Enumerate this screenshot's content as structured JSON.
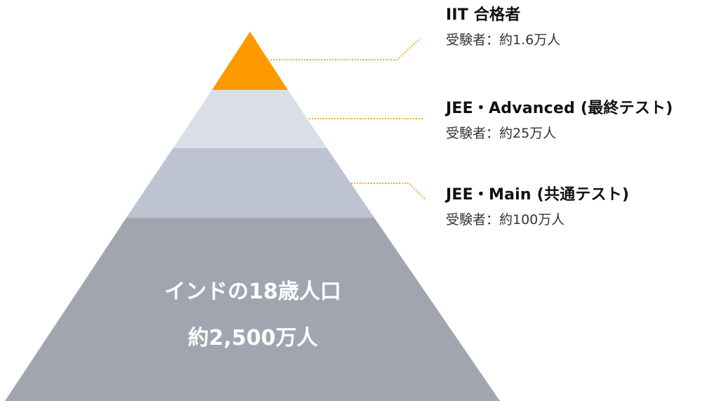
{
  "diagram": {
    "type": "pyramid",
    "colors": {
      "tier1": "#FF9900",
      "tier2": "#DADEE7",
      "tier3": "#BEC3D1",
      "tier4": "#A0A5AF",
      "connector": "#FFA733",
      "base_text": "#FFFFFF"
    },
    "tiers": [
      {
        "title": "IIT 合格者",
        "subtitle": "受験者：約1.6万人"
      },
      {
        "title": "JEE・Advanced (最終テスト)",
        "subtitle": "受験者：約25万人"
      },
      {
        "title": "JEE・Main (共通テスト)",
        "subtitle": "受験者：約100万人"
      }
    ],
    "base": {
      "line1": "インドの18歳人口",
      "line2": "約2,500万人"
    }
  }
}
